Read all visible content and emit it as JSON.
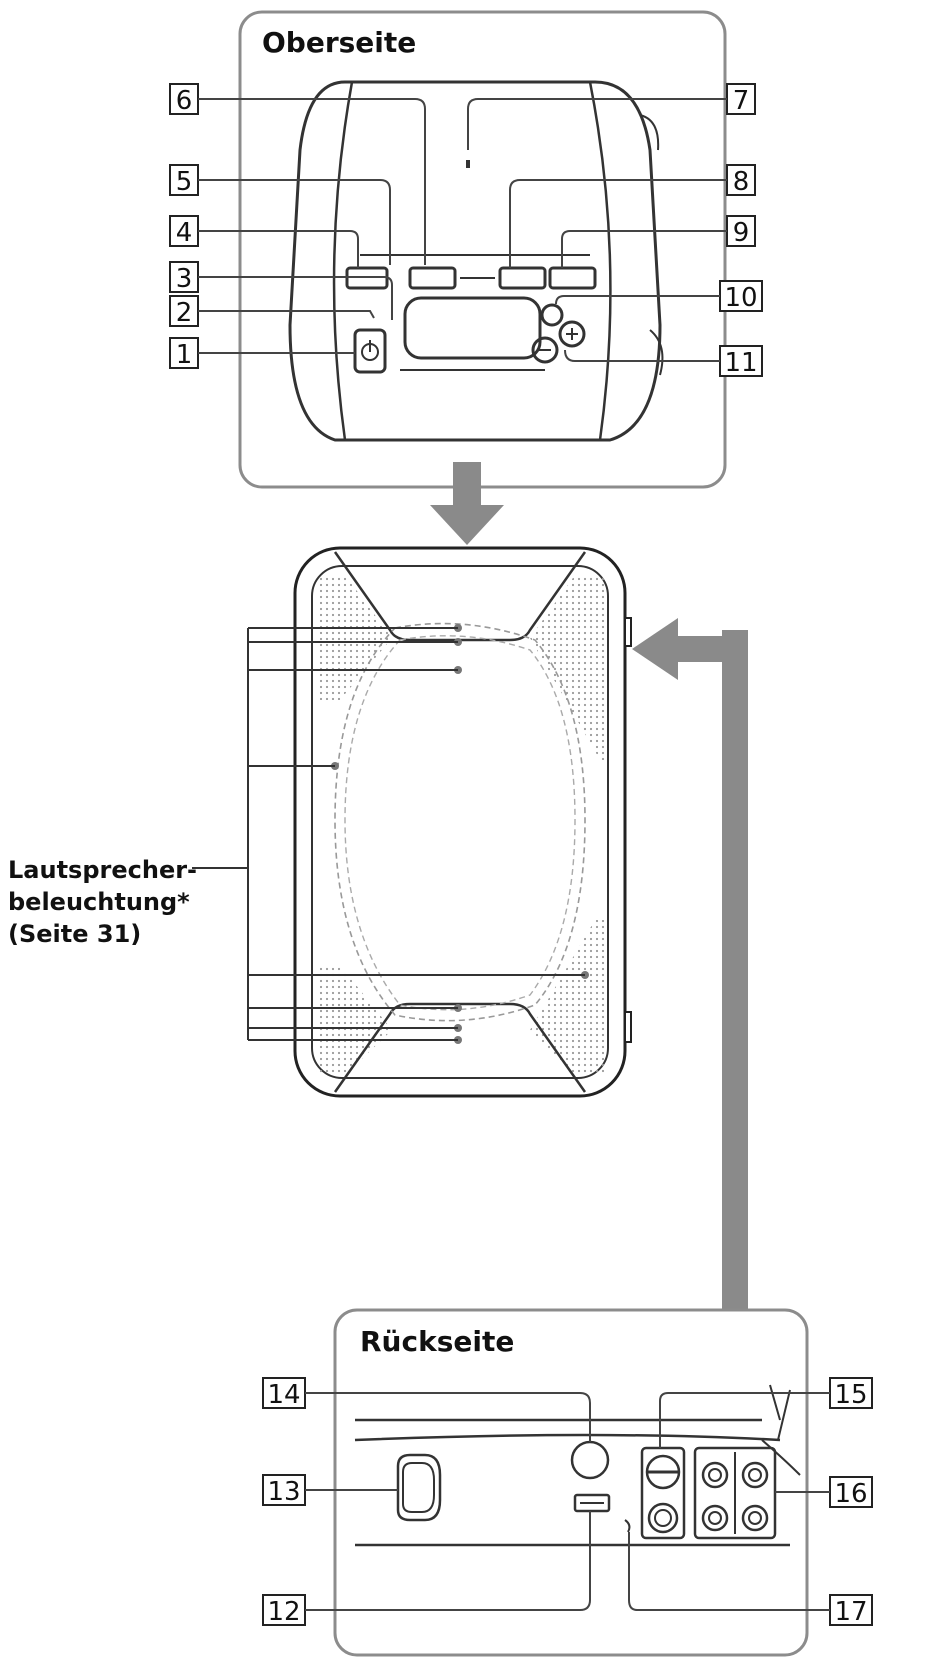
{
  "top_view": {
    "title": "Oberseite",
    "callouts": [
      "1",
      "2",
      "3",
      "4",
      "5",
      "6",
      "7",
      "8",
      "9",
      "10",
      "11"
    ]
  },
  "rear_view": {
    "title": "Rückseite",
    "callouts": [
      "12",
      "13",
      "14",
      "15",
      "16",
      "17"
    ]
  },
  "front_view": {
    "label_line1": "Lautsprecher-",
    "label_line2": "beleuchtung*",
    "label_line3": "(Seite 31)"
  },
  "colors": {
    "line": "#333333",
    "panel": "#888888",
    "arrow": "#8a8a8a",
    "grille": "#bdbdbd"
  }
}
